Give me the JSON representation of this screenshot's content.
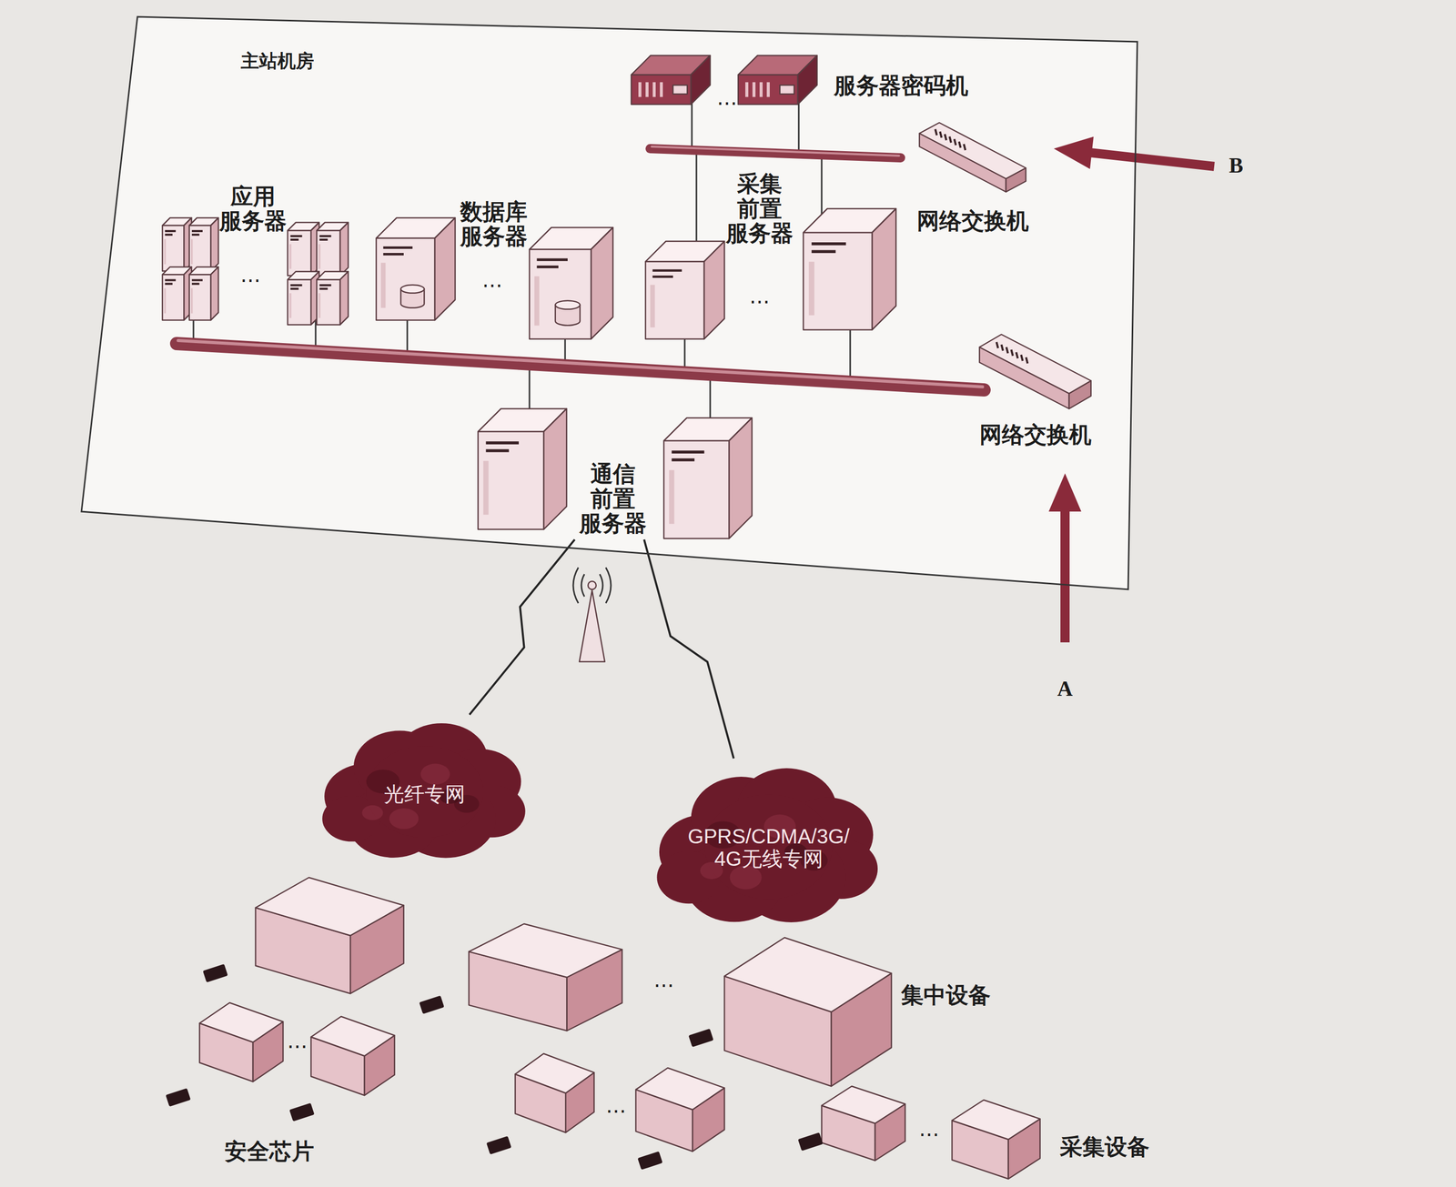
{
  "diagram": {
    "nodes": [
      {
        "text": [
          "主站机房"
        ]
      },
      {
        "text": [
          "服务器密码机"
        ],
        "in": 0
      },
      {
        "text": [
          "网络交换机"
        ],
        "in": 0
      },
      {
        "text": [
          "应用 服务器"
        ],
        "in": 0
      },
      {
        "text": [
          "数据库 服务器"
        ],
        "in": 0
      },
      {
        "text": [
          "采集 前置 服务器"
        ],
        "in": 0
      },
      {
        "text": [
          "网络交换机"
        ],
        "in": 0
      },
      {
        "text": [
          "通信 前置 服务器"
        ],
        "in": 0
      },
      {
        "text": [
          "光纤专网"
        ]
      },
      {
        "text": [
          "GPRS/CDMA/3G/ 4G无线专网"
        ]
      }
    ],
    "edges": [
      {
        "from": 7,
        "to": 8,
        "arrow": "none"
      },
      {
        "from": 7,
        "to": 9,
        "arrow": "none"
      }
    ],
    "labels": [
      "…",
      "B",
      "…",
      "…",
      "…",
      "A",
      "…",
      "集中设备",
      "…",
      "…",
      "…",
      "采集设备",
      "安全芯片"
    ]
  }
}
